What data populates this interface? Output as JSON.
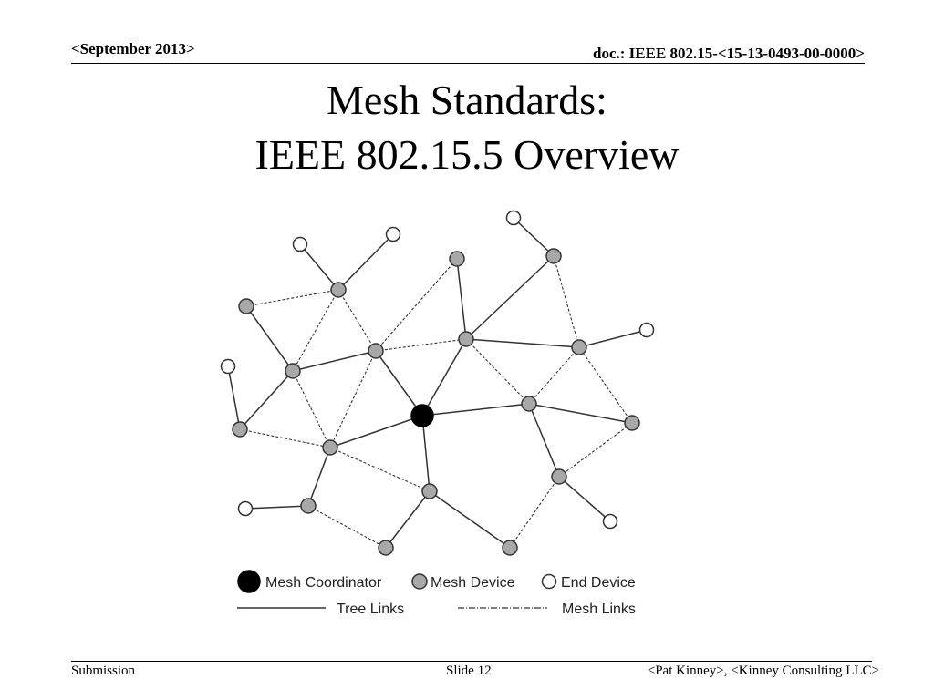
{
  "header": {
    "date": "<September 2013>",
    "doc": "doc.: IEEE 802.15-<15-13-0493-00-0000>"
  },
  "title": {
    "line1": "Mesh Standards:",
    "line2": "IEEE 802.15.5 Overview"
  },
  "legend": {
    "coordinator": "Mesh Coordinator",
    "device": "Mesh Device",
    "end_device": "End Device",
    "tree_links": "Tree Links",
    "mesh_links": "Mesh Links"
  },
  "colors": {
    "coordinator": "#000000",
    "device": "#a8a8a8",
    "end_device": "#ffffff",
    "stroke": "#333333"
  },
  "footer": {
    "left": "Submission",
    "center": "Slide 12",
    "right": "<Pat Kinney>, <Kinney Consulting LLC>"
  }
}
